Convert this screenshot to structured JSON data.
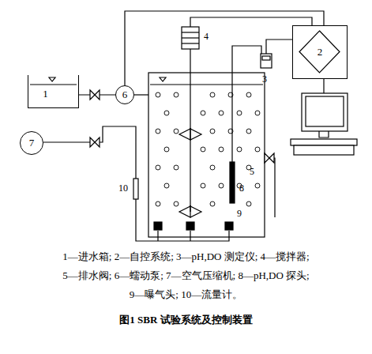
{
  "diagram": {
    "caption": "图1 SBR 试验系统及控制装置",
    "nodes": [
      {
        "text": [
          "1"
        ]
      },
      {
        "text": [
          "6"
        ]
      },
      {
        "text": [
          "2"
        ]
      },
      {
        "text": [
          "7"
        ]
      }
    ],
    "edges": [
      {
        "from": 0,
        "to": 1,
        "arrow": "none"
      },
      {
        "from": 2,
        "to": 1,
        "arrow": "none"
      }
    ],
    "labels": [
      "3",
      "4",
      "5",
      "8",
      "9",
      "10",
      "1—进水箱; 2—自控系统; 3—pH,DO 测定仪; 4—搅拌器;",
      "5—排水阀; 6—蠕动泵; 7—空气压缩机; 8—pH,DO 探头;",
      "9—曝气头; 10—流量计。"
    ]
  }
}
